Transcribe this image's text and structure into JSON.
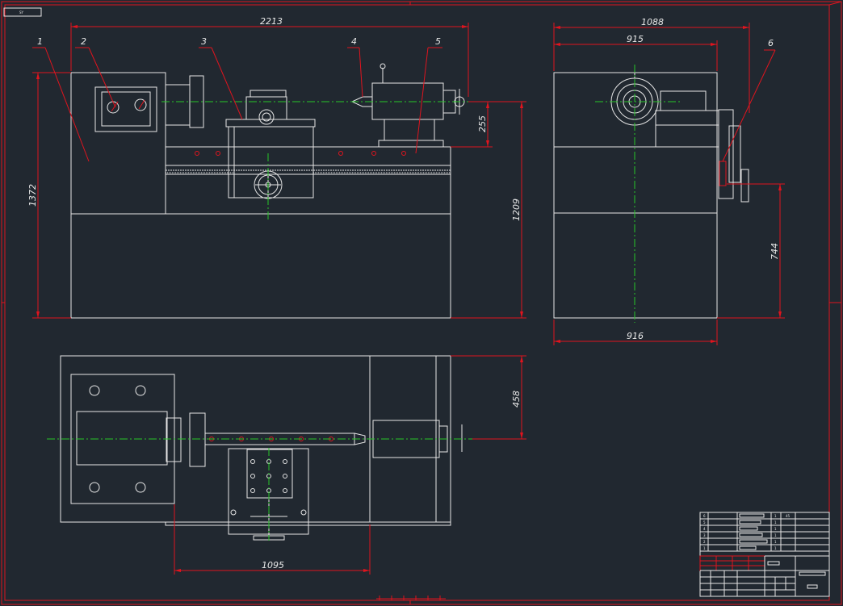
{
  "sheet": {
    "tag": "SY",
    "colors": {
      "background": "#212830",
      "outline": "#e6e6e6",
      "dimension": "#e0141e",
      "centerline": "#27c627"
    }
  },
  "front_view": {
    "part_numbers": [
      "1",
      "2",
      "3",
      "4",
      "5"
    ],
    "dims": {
      "overall_length": "2213",
      "overall_height": "1372",
      "center_height": "1209",
      "spindle_offset": "255"
    }
  },
  "side_view": {
    "part_numbers": [
      "6"
    ],
    "dims": {
      "top_width": "1088",
      "upper_width": "915",
      "base_width": "916",
      "height": "744"
    }
  },
  "top_view": {
    "dims": {
      "half_depth": "458",
      "carriage_span": "1095"
    }
  },
  "title_block": {
    "parts_rows": [
      {
        "no": "6",
        "qty": "1",
        "note": "45"
      },
      {
        "no": "5",
        "qty": "1",
        "note": ""
      },
      {
        "no": "4",
        "qty": "1",
        "note": ""
      },
      {
        "no": "3",
        "qty": "1",
        "note": ""
      },
      {
        "no": "2",
        "qty": "1",
        "note": ""
      },
      {
        "no": "1",
        "qty": "1",
        "note": ""
      }
    ]
  }
}
